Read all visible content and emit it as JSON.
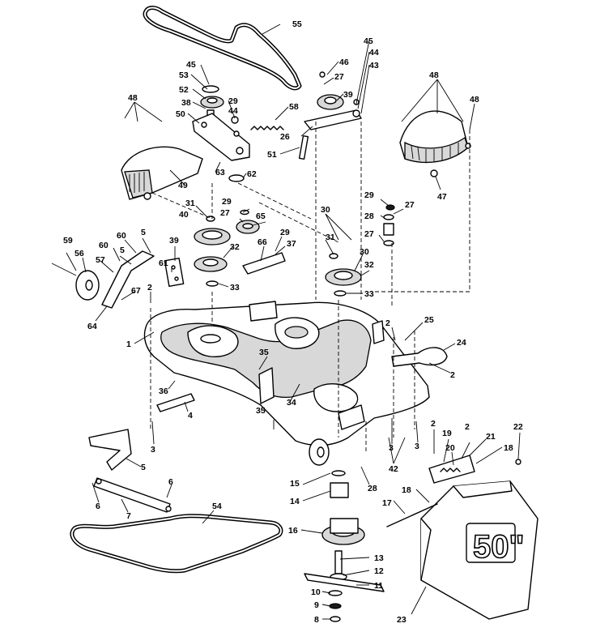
{
  "diagram": {
    "badge_text": "50\"",
    "callouts": [
      {
        "id": "c55",
        "label": "55"
      },
      {
        "id": "c45a",
        "label": "45"
      },
      {
        "id": "c46",
        "label": "46"
      },
      {
        "id": "c27a",
        "label": "27"
      },
      {
        "id": "c53",
        "label": "53"
      },
      {
        "id": "c52",
        "label": "52"
      },
      {
        "id": "c38",
        "label": "38"
      },
      {
        "id": "c50",
        "label": "50"
      },
      {
        "id": "c29a",
        "label": "29"
      },
      {
        "id": "c44a",
        "label": "44"
      },
      {
        "id": "c58",
        "label": "58"
      },
      {
        "id": "c45b",
        "label": "45"
      },
      {
        "id": "c44b",
        "label": "44"
      },
      {
        "id": "c43",
        "label": "43"
      },
      {
        "id": "c39",
        "label": "39"
      },
      {
        "id": "c26",
        "label": "26"
      },
      {
        "id": "c51",
        "label": "51"
      },
      {
        "id": "c48a",
        "label": "48"
      },
      {
        "id": "c49",
        "label": "49"
      },
      {
        "id": "c63",
        "label": "63"
      },
      {
        "id": "c62",
        "label": "62"
      },
      {
        "id": "c48b",
        "label": "48"
      },
      {
        "id": "c48c",
        "label": "48"
      },
      {
        "id": "c47",
        "label": "47"
      },
      {
        "id": "c31a",
        "label": "31"
      },
      {
        "id": "c40",
        "label": "40"
      },
      {
        "id": "c29b",
        "label": "29"
      },
      {
        "id": "c27b",
        "label": "27"
      },
      {
        "id": "c65",
        "label": "65"
      },
      {
        "id": "c32a",
        "label": "32"
      },
      {
        "id": "c30",
        "label": "30"
      },
      {
        "id": "c29c",
        "label": "29"
      },
      {
        "id": "c27c",
        "label": "27"
      },
      {
        "id": "c28a",
        "label": "28"
      },
      {
        "id": "c27d",
        "label": "27"
      },
      {
        "id": "c31b",
        "label": "31"
      },
      {
        "id": "c30b",
        "label": "30"
      },
      {
        "id": "c32b",
        "label": "32"
      },
      {
        "id": "c33a",
        "label": "33"
      },
      {
        "id": "c33b",
        "label": "33"
      },
      {
        "id": "c59",
        "label": "59"
      },
      {
        "id": "c56",
        "label": "56"
      },
      {
        "id": "c60a",
        "label": "60"
      },
      {
        "id": "c60b",
        "label": "60"
      },
      {
        "id": "c5a",
        "label": "5"
      },
      {
        "id": "c5b",
        "label": "5"
      },
      {
        "id": "c39b",
        "label": "39"
      },
      {
        "id": "c61",
        "label": "61"
      },
      {
        "id": "c66",
        "label": "66"
      },
      {
        "id": "c29d",
        "label": "29"
      },
      {
        "id": "c37",
        "label": "37"
      },
      {
        "id": "c57",
        "label": "57"
      },
      {
        "id": "c67",
        "label": "67"
      },
      {
        "id": "c64",
        "label": "64"
      },
      {
        "id": "c2a",
        "label": "2"
      },
      {
        "id": "c1",
        "label": "1"
      },
      {
        "id": "c35a",
        "label": "35"
      },
      {
        "id": "c36",
        "label": "36"
      },
      {
        "id": "c4",
        "label": "4"
      },
      {
        "id": "c35b",
        "label": "35"
      },
      {
        "id": "c3a",
        "label": "3"
      },
      {
        "id": "c34",
        "label": "34"
      },
      {
        "id": "c25",
        "label": "25"
      },
      {
        "id": "c2b",
        "label": "2"
      },
      {
        "id": "c24",
        "label": "24"
      },
      {
        "id": "c2c",
        "label": "2"
      },
      {
        "id": "c3b",
        "label": "3"
      },
      {
        "id": "c3c",
        "label": "3"
      },
      {
        "id": "c42",
        "label": "42"
      },
      {
        "id": "c5c",
        "label": "5"
      },
      {
        "id": "c6a",
        "label": "6"
      },
      {
        "id": "c6b",
        "label": "6"
      },
      {
        "id": "c7",
        "label": "7"
      },
      {
        "id": "c54",
        "label": "54"
      },
      {
        "id": "c15",
        "label": "15"
      },
      {
        "id": "c14",
        "label": "14"
      },
      {
        "id": "c28b",
        "label": "28"
      },
      {
        "id": "c16",
        "label": "16"
      },
      {
        "id": "c13",
        "label": "13"
      },
      {
        "id": "c12",
        "label": "12"
      },
      {
        "id": "c11",
        "label": "11"
      },
      {
        "id": "c10",
        "label": "10"
      },
      {
        "id": "c9",
        "label": "9"
      },
      {
        "id": "c8",
        "label": "8"
      },
      {
        "id": "c2d",
        "label": "2"
      },
      {
        "id": "c19",
        "label": "19"
      },
      {
        "id": "c2e",
        "label": "2"
      },
      {
        "id": "c21",
        "label": "21"
      },
      {
        "id": "c20",
        "label": "20"
      },
      {
        "id": "c18a",
        "label": "18"
      },
      {
        "id": "c22",
        "label": "22"
      },
      {
        "id": "c18b",
        "label": "18"
      },
      {
        "id": "c17",
        "label": "17"
      },
      {
        "id": "c23",
        "label": "23"
      }
    ]
  }
}
